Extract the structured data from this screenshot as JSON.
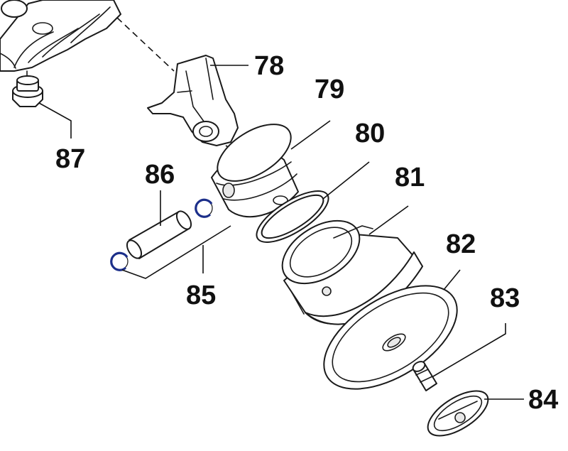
{
  "diagram": {
    "callouts": [
      {
        "id": "78",
        "text": "78"
      },
      {
        "id": "79",
        "text": "79"
      },
      {
        "id": "80",
        "text": "80"
      },
      {
        "id": "81",
        "text": "81"
      },
      {
        "id": "82",
        "text": "82"
      },
      {
        "id": "83",
        "text": "83"
      },
      {
        "id": "84",
        "text": "84"
      },
      {
        "id": "85",
        "text": "85"
      },
      {
        "id": "86",
        "text": "86"
      },
      {
        "id": "87",
        "text": "87"
      }
    ],
    "colors": {
      "line": "#1a1a1a",
      "clip_ring": "#1c2f8a",
      "background": "#ffffff"
    }
  }
}
